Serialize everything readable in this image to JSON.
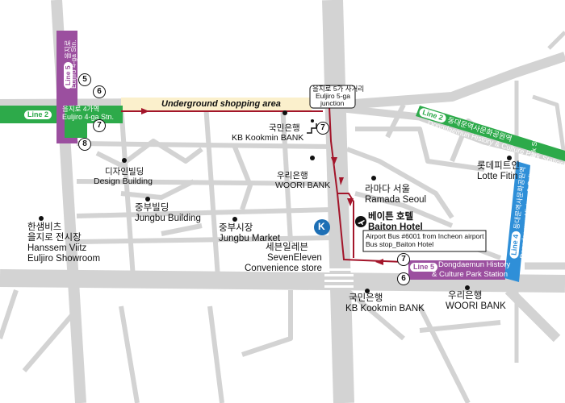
{
  "map": {
    "line2_tag": "Line 2",
    "line5_tag": "Line 5",
    "line4_tag": "Line 4",
    "euljiro4_ko": "을지로 4가역",
    "euljiro4_en": "Euljiro 4-ga Stn.",
    "euljiro4_vertical_ko": "을지로",
    "euljiro4_vertical_en": "Euljiro 4-ga Stn.",
    "ddp_line2_ko": "동대문역사문화공원역",
    "ddp_line2_en": "Dongdaemun History & Culture Park Station",
    "ddp_line5_en_1": "Dongdaemun History",
    "ddp_line5_en_2": "& Culture Park Station",
    "ddp_line4_ko": "동대문역사문화공원역",
    "ddp_line4_en": "Dongdaemun History & Culture Park Station",
    "underground": "Underground shopping area",
    "junction_ko": "을지로 5가 사거리",
    "junction_en_1": "Euljiro 5-ga",
    "junction_en_2": "junction",
    "exits": [
      "5",
      "6",
      "7",
      "8",
      "7",
      "7",
      "6"
    ],
    "kb_top_ko": "국민은행",
    "kb_top_en": "KB Kookmin BANK",
    "design_ko": "디자인빌딩",
    "design_en": "Design Building",
    "woori_mid_ko": "우리은행",
    "woori_mid_en": "WOORI BANK",
    "ramada_ko": "라마다 서울",
    "ramada_en": "Ramada Seoul",
    "lotte_ko": "롯데피트인",
    "lotte_en": "Lotte Fitin",
    "jungbu_bld_ko": "중부빌딩",
    "jungbu_bld_en": "Jungbu Building",
    "jungbu_mkt_ko": "중부시장",
    "jungbu_mkt_en": "Jungbu Market",
    "baiton_ko": "베이튼 호텔",
    "baiton_en": "Baiton Hotel",
    "airport_bus_1": "Airport Bus #6001 from Incheon airport",
    "airport_bus_2": "Bus stop_Baiton Hotel",
    "hanssem_ko_1": "한샘비츠",
    "hanssem_ko_2": "을지로 전시장",
    "hanssem_en_1": "Hanssem Viitz",
    "hanssem_en_2": "Euljiro Showroom",
    "seven_ko": "세븐일레븐",
    "seven_en_1": "SevenEleven",
    "seven_en_2": "Convenience store",
    "kb_bottom_ko": "국민은행",
    "kb_bottom_en": "KB Kookmin BANK",
    "woori_bottom_ko": "우리은행",
    "woori_bottom_en": "WOORI BANK",
    "hotel_logo_letter": "K"
  },
  "colors": {
    "road": "#d3d3d3",
    "line2": "#2daa4a",
    "line5": "#9b4f9f",
    "line4": "#2f8fd8",
    "route": "#a3152a",
    "underground_fill": "#fbf0cc",
    "hotel_logo": "#1d6fb5"
  }
}
